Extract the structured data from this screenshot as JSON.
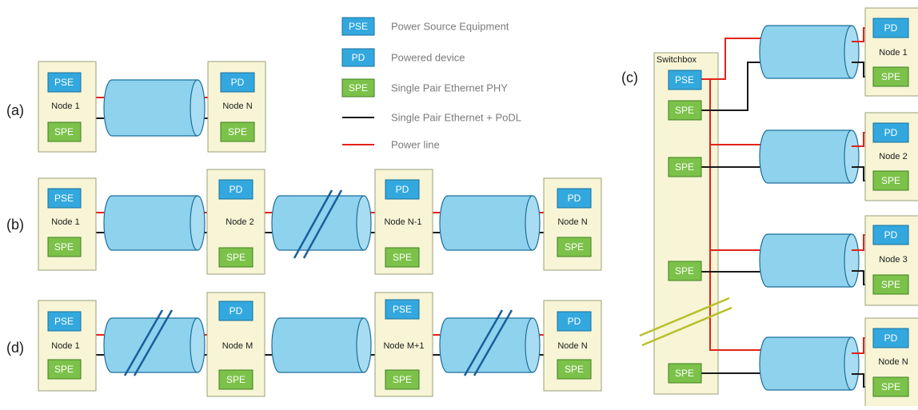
{
  "legend": {
    "pse_abbr": "PSE",
    "pse_text": "Power Source Equipment",
    "pd_abbr": "PD",
    "pd_text": "Powered device",
    "spe_abbr": "SPE",
    "spe_text": "Single Pair Ethernet PHY",
    "black_text": "Single Pair Ethernet + PoDL",
    "red_text": "Power line"
  },
  "labels": {
    "a": "(a)",
    "b": "(b)",
    "c": "(c)",
    "d": "(d)",
    "pse": "PSE",
    "pd": "PD",
    "spe": "SPE"
  },
  "nodes": {
    "node1": "Node 1",
    "node2": "Node 2",
    "node3": "Node 3",
    "nodeN": "Node N",
    "nodeN1": "Node N-1",
    "nodeM": "Node M",
    "nodeM1": "Node M+1",
    "switchbox": "Switchbox"
  },
  "colors": {
    "pse": "#33a8de",
    "pd": "#33a8de",
    "spe": "#7cc24a",
    "node_bg": "#f7f5d6",
    "cable": "#8fd2ee",
    "power_line": "#e2231a",
    "data_line": "#1a1a1a"
  }
}
